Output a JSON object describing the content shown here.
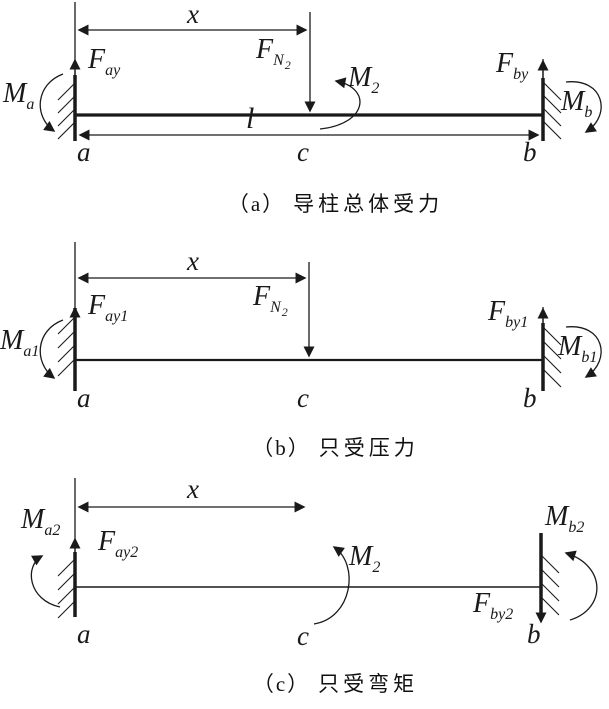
{
  "figures": [
    {
      "caption_prefix": "（a）",
      "caption_text": "导柱总体受力",
      "labels": {
        "x_dim": "x",
        "length": "l",
        "point_a": "a",
        "point_c": "c",
        "point_b": "b",
        "force_left": {
          "main": "F",
          "sub": "ay"
        },
        "moment_left": {
          "main": "M",
          "sub": "a"
        },
        "normal_force": {
          "main": "F",
          "sub": "N",
          "subsub": "2"
        },
        "mid_moment": {
          "main": "M",
          "sub": "2"
        },
        "force_right": {
          "main": "F",
          "sub": "by"
        },
        "moment_right": {
          "main": "M",
          "sub": "b"
        }
      }
    },
    {
      "caption_prefix": "（b）",
      "caption_text": "只受压力",
      "labels": {
        "x_dim": "x",
        "point_a": "a",
        "point_c": "c",
        "point_b": "b",
        "force_left": {
          "main": "F",
          "sub": "ay1"
        },
        "moment_left": {
          "main": "M",
          "sub": "a1"
        },
        "normal_force": {
          "main": "F",
          "sub": "N",
          "subsub": "2"
        },
        "force_right": {
          "main": "F",
          "sub": "by1"
        },
        "moment_right": {
          "main": "M",
          "sub": "b1"
        }
      }
    },
    {
      "caption_prefix": "（c）",
      "caption_text": "只受弯矩",
      "labels": {
        "x_dim": "x",
        "point_a": "a",
        "point_c": "c",
        "point_b": "b",
        "force_left": {
          "main": "F",
          "sub": "ay2"
        },
        "moment_left": {
          "main": "M",
          "sub": "a2"
        },
        "mid_moment": {
          "main": "M",
          "sub": "2"
        },
        "force_right": {
          "main": "F",
          "sub": "by2"
        },
        "moment_right": {
          "main": "M",
          "sub": "b2"
        }
      }
    }
  ],
  "colors": {
    "ink": "#1a1a1a",
    "background": "#ffffff"
  }
}
